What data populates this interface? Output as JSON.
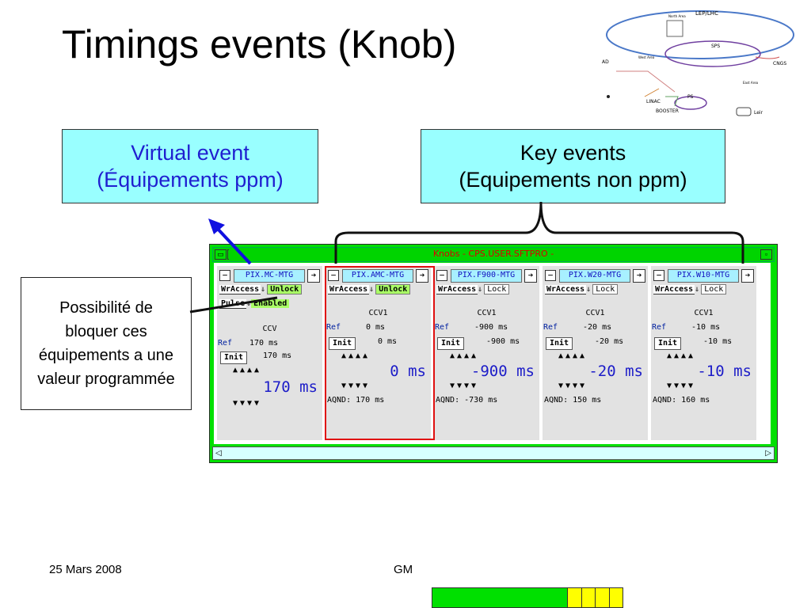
{
  "title": "Timings events (Knob)",
  "callouts": {
    "virtual": {
      "line1": "Virtual event",
      "line2": "(Équipements ppm)"
    },
    "key": {
      "line1": "Key events",
      "line2": "(Equipements non ppm)"
    },
    "note": "Possibilité de bloquer ces équipements a une valeur programmée"
  },
  "diagram_labels": {
    "lep": "LEP/LHC",
    "sps": "SPS",
    "cngs": "CNGS",
    "ps": "PS",
    "linac": "LINAC",
    "booster": "BOOSTER",
    "leir": "Leir",
    "ad": "AD",
    "north": "North Area",
    "west": "West Area",
    "east": "East Area"
  },
  "window": {
    "title": "Knobs - CPS.USER.SFTPRO -",
    "panels": [
      {
        "name": "PIX.MC-MTG",
        "wr": "WrAccess",
        "lock": "Unlock",
        "lock_style": "unlock",
        "pulse": "Pulse",
        "pulse_state": "Enabled",
        "ccv": "CCV",
        "ref_label": "Ref",
        "ref": "170 ms",
        "init": "Init",
        "init_val": "170 ms",
        "up": "▲▲▲▲",
        "big": "170 ms",
        "down": "▼▼▼▼",
        "aqnd": ""
      },
      {
        "name": "PIX.AMC-MTG",
        "wr": "WrAccess",
        "lock": "Unlock",
        "lock_style": "unlock",
        "ccv": "CCV1",
        "ref_label": "Ref",
        "ref": "0 ms",
        "init": "Init",
        "init_val": "0 ms",
        "up": "▲▲▲▲",
        "big": "0 ms",
        "down": "▼▼▼▼",
        "aqnd": "AQND:  170 ms"
      },
      {
        "name": "PIX.F900-MTG",
        "wr": "WrAccess",
        "lock": "Lock",
        "lock_style": "lock",
        "ccv": "CCV1",
        "ref_label": "Ref",
        "ref": "-900 ms",
        "init": "Init",
        "init_val": "-900 ms",
        "up": "▲▲▲▲",
        "big": "-900 ms",
        "down": "▼▼▼▼",
        "aqnd": "AQND:  -730 ms"
      },
      {
        "name": "PIX.W20-MTG",
        "wr": "WrAccess",
        "lock": "Lock",
        "lock_style": "lock",
        "ccv": "CCV1",
        "ref_label": "Ref",
        "ref": "-20 ms",
        "init": "Init",
        "init_val": "-20 ms",
        "up": "▲▲▲▲",
        "big": "-20 ms",
        "down": "▼▼▼▼",
        "aqnd": "AQND:   150 ms"
      },
      {
        "name": "PIX.W10-MTG",
        "wr": "WrAccess",
        "lock": "Lock",
        "lock_style": "lock",
        "ccv": "CCV1",
        "ref_label": "Ref",
        "ref": "-10 ms",
        "init": "Init",
        "init_val": "-10 ms",
        "up": "▲▲▲▲",
        "big": "-10 ms",
        "down": "▼▼▼▼",
        "aqnd": "AQND:   160 ms"
      }
    ]
  },
  "footer": {
    "date": "25 Mars 2008",
    "author": "GM"
  },
  "slide_progress": {
    "completed_fraction": 0.71,
    "remaining_segments": 4
  },
  "colors": {
    "callout_bg": "#99ffff",
    "virtual_text": "#1f1fd0",
    "window_frame": "#00e000",
    "highlight": "#e01010",
    "progress_done": "#00e000",
    "progress_rest": "#ffff00"
  }
}
